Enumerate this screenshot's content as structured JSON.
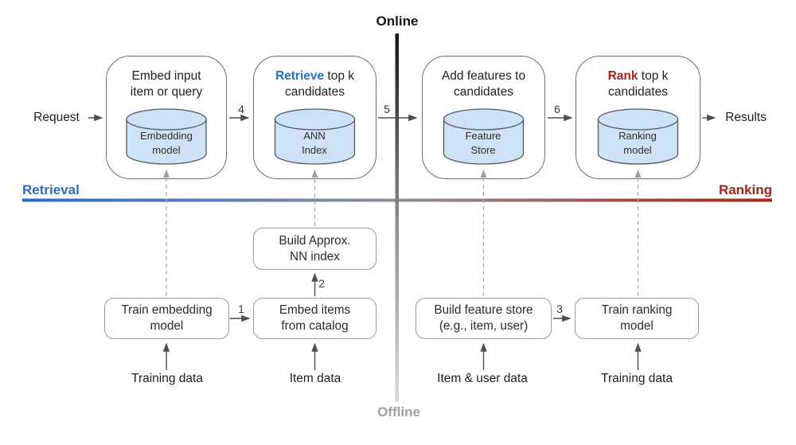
{
  "quadrant_labels": {
    "top": "Online",
    "bottom": "Offline",
    "left": "Retrieval",
    "right": "Ranking"
  },
  "io_labels": {
    "input": "Request",
    "output": "Results"
  },
  "online_stages": [
    {
      "accent": "",
      "t1": "Embed input",
      "t2": "item or query",
      "store1": "Embedding",
      "store2": "model"
    },
    {
      "accent": "Retrieve",
      "t1": " top k",
      "t2": "candidates",
      "store1": "ANN",
      "store2": "Index"
    },
    {
      "accent": "",
      "t1": "Add features to",
      "t2": "candidates",
      "store1": "Feature",
      "store2": "Store"
    },
    {
      "accent": "Rank",
      "t1": " top k",
      "t2": "candidates",
      "store1": "Ranking",
      "store2": "model"
    }
  ],
  "offline_boxes": [
    {
      "l1": "Train embedding",
      "l2": "model"
    },
    {
      "l1": "Embed items",
      "l2": "from catalog"
    },
    {
      "l1": "Build Approx.",
      "l2": "NN index"
    },
    {
      "l1": "Build feature store",
      "l2": "(e.g., item, user)"
    },
    {
      "l1": "Train ranking",
      "l2": "model"
    }
  ],
  "data_sources": [
    "Training data",
    "Item data",
    "Item & user data",
    "Training data"
  ],
  "step_numbers": [
    "1",
    "2",
    "3",
    "4",
    "5",
    "6"
  ],
  "colors": {
    "retrieval_accent": "#2a6cc8",
    "ranking_accent": "#a3211c",
    "store_fill": "#cfe1f4",
    "store_stroke": "#4a5a6b",
    "divider_gray": "#8c8c8c",
    "online_line_top": "#141414",
    "offline_line_bottom": "#d9d9d9"
  }
}
